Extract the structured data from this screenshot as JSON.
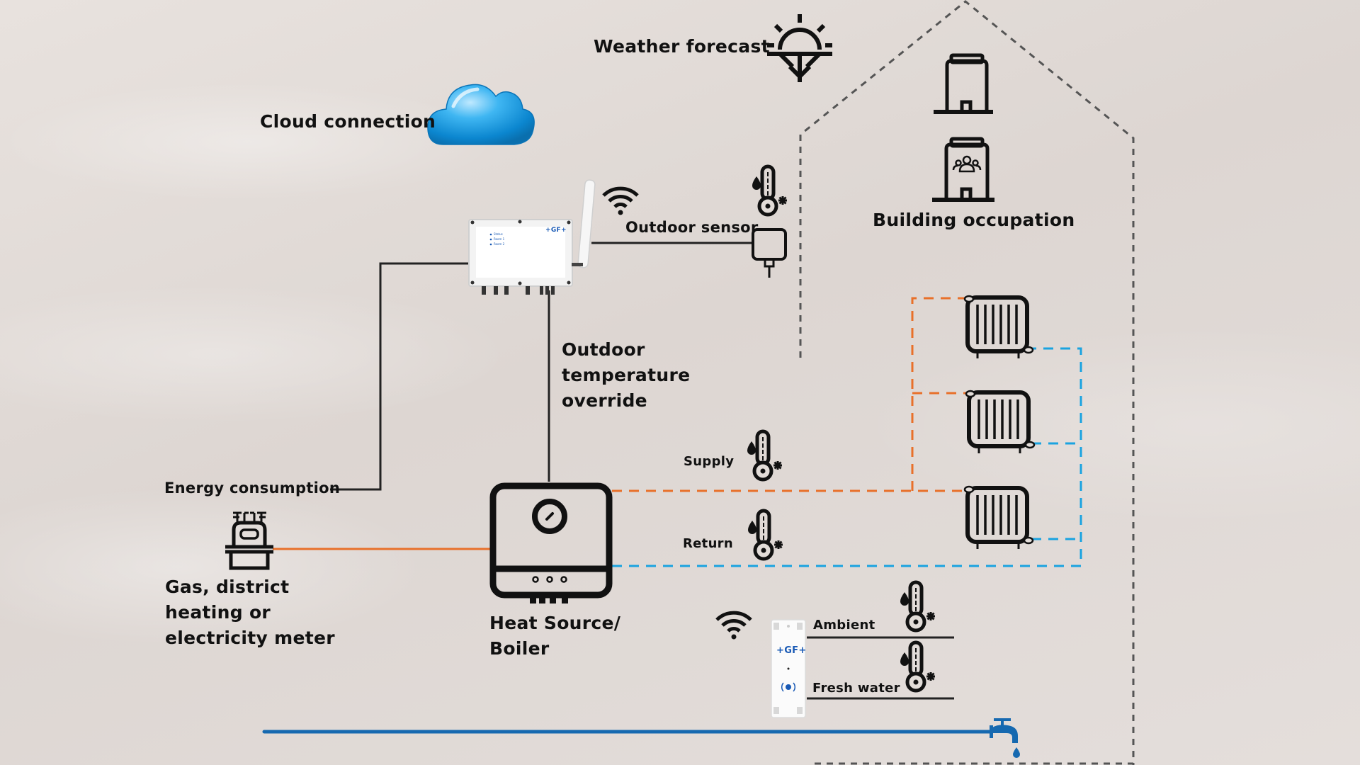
{
  "diagram": {
    "labels": {
      "weather_forecast": "Weather forecast",
      "cloud_connection": "Cloud connection",
      "building_occupation": "Building occupation",
      "outdoor_sensor": "Outdoor sensor",
      "outdoor_temperature_override": "Outdoor temperature override",
      "energy_consumption": "Energy consumption",
      "meter": "Gas, district heating or electricity meter",
      "heat_source": "Heat Source/ Boiler",
      "supply": "Supply",
      "return": "Return",
      "ambient": "Ambient",
      "fresh_water": "Fresh water"
    },
    "controller": {
      "brand": "+GF+",
      "menu_items": [
        "Status",
        "Room 1",
        "Room 2"
      ]
    },
    "room_sensor": {
      "brand": "+GF+"
    },
    "icons": {
      "weather": "sun-snowflake-icon",
      "cloud": "cloud-icon",
      "building": "building-icon",
      "building_occupied": "building-people-icon",
      "wifi": "wifi-icon",
      "thermometer": "thermometer-icon",
      "sensor_box": "outdoor-sensor-icon",
      "meter": "gas-meter-icon",
      "boiler": "boiler-icon",
      "radiator": "radiator-icon",
      "tap": "water-tap-icon"
    },
    "colors": {
      "supply_line": "#e8702a",
      "return_line": "#1aa3e0",
      "water_line": "#1669b0",
      "brand_blue": "#1859b5",
      "house_outline": "#555555"
    }
  }
}
